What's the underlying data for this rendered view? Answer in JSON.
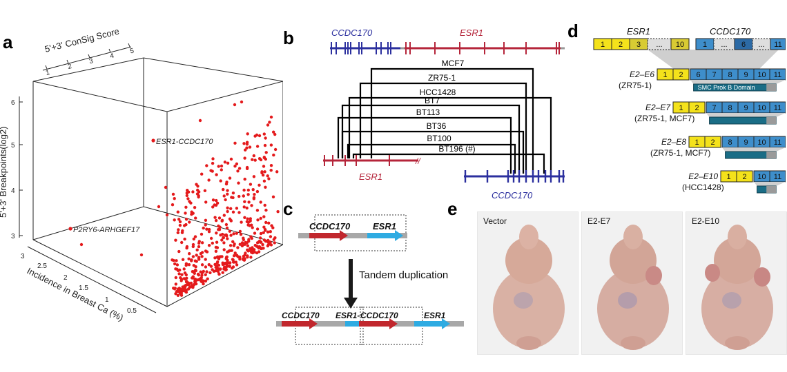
{
  "panels": {
    "a": "a",
    "b": "b",
    "c": "c",
    "d": "d",
    "e": "e"
  },
  "panel_a": {
    "axis_depth_label": "5'+3' ConSig Score",
    "axis_depth_ticks": [
      "1",
      "2",
      "3",
      "4",
      "5"
    ],
    "axis_y_label": "5'+3' Breakpoints(log2)",
    "axis_y_ticks": [
      "6",
      "5",
      "4",
      "3"
    ],
    "axis_x_label": "Incidence in Breast Ca (%)",
    "axis_x_ticks": [
      "3",
      "2.5",
      "2",
      "1.5",
      "1",
      "0.5"
    ],
    "annotations": [
      "ESR1-CCDC170",
      "P2RY6-ARHGEF17"
    ],
    "point_color": "#e41a1c"
  },
  "panel_b": {
    "top_gene_left": "CCDC170",
    "top_gene_right": "ESR1",
    "bottom_gene_left": "ESR1",
    "bottom_gene_right": "CCDC170",
    "cell_lines": [
      "MCF7",
      "ZR75-1",
      "HCC1428",
      "BT7",
      "BT113",
      "BT36",
      "BT100",
      "BT196 (#)"
    ],
    "ccdc_color": "#2b2f9e",
    "esr_color": "#b5253a"
  },
  "panel_c": {
    "top_left_gene": "CCDC170",
    "top_right_gene": "ESR1",
    "arrow_label": "Tandem duplication",
    "bottom_genes": [
      "CCDC170",
      "ESR1-",
      "CCDC170",
      "ESR1"
    ]
  },
  "panel_d": {
    "gene_esr1": "ESR1",
    "gene_ccdc170": "CCDC170",
    "top_esr_exons": [
      "1",
      "2",
      "3",
      "...",
      "10"
    ],
    "top_ccdc_exons": [
      "1",
      "...",
      "6",
      "...",
      "11"
    ],
    "domain_label": "SMC Prok B Domain",
    "variants": [
      {
        "name": "E2–E6",
        "lines": "(ZR75-1)",
        "yellow": [
          "1",
          "2"
        ],
        "blue": [
          "6",
          "7",
          "8",
          "9",
          "10",
          "11"
        ]
      },
      {
        "name": "E2–E7",
        "lines": "(ZR75-1, MCF7)",
        "yellow": [
          "1",
          "2"
        ],
        "blue": [
          "7",
          "8",
          "9",
          "10",
          "11"
        ]
      },
      {
        "name": "E2–E8",
        "lines": "(ZR75-1, MCF7)",
        "yellow": [
          "1",
          "2"
        ],
        "blue": [
          "8",
          "9",
          "10",
          "11"
        ]
      },
      {
        "name": "E2–E10",
        "lines": "(HCC1428)",
        "yellow": [
          "1",
          "2"
        ],
        "blue": [
          "10",
          "11"
        ]
      }
    ],
    "yellow_color": "#f4e21b",
    "blue_color": "#3e8ecb"
  },
  "panel_e": {
    "photos": [
      "Vector",
      "E2-E7",
      "E2-E10"
    ]
  }
}
